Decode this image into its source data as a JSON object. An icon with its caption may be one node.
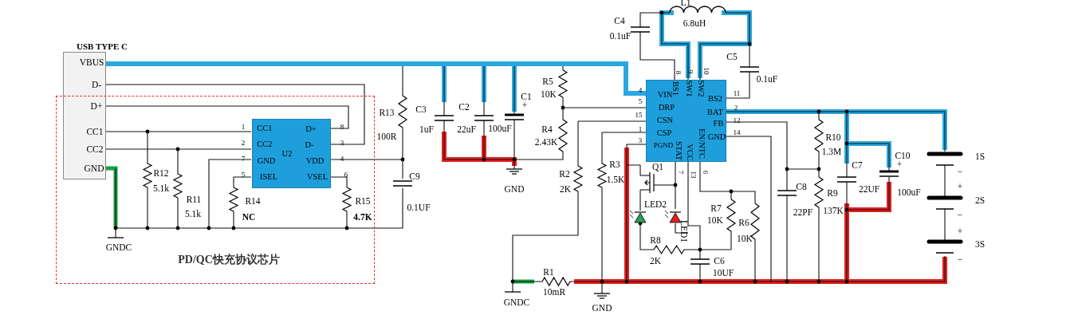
{
  "diagram": {
    "nodes": [
      {
        "text": [
          "USB TYPE C",
          "VBUS",
          "D-",
          "D+",
          "CC1",
          "CC2",
          "GND"
        ]
      },
      {
        "text": [
          "PD/QC快充协议芯片"
        ]
      },
      {
        "text": [
          "CC1",
          "CC2",
          "GND",
          "ISEL",
          "D+",
          "D-",
          "VDD",
          "VSEL",
          "U2"
        ],
        "in": 1,
        "beside": [
          "1",
          "2",
          "7",
          "5",
          "8",
          "3",
          "4",
          "6"
        ]
      },
      {
        "text": [
          "VIN",
          "DRP",
          "CSN",
          "CSP",
          "PGND",
          "BS1",
          "SW1",
          "SW2",
          "BS2",
          "BAT",
          "FB",
          "GND",
          "STAT",
          "VCC",
          "EN/NTC"
        ],
        "beside": [
          "4",
          "5",
          "15",
          "1",
          "3",
          "8",
          "9",
          "10",
          "11",
          "2",
          "12",
          "14",
          "7",
          "13",
          "6"
        ]
      }
    ],
    "edges": [
      {
        "from": 0,
        "to": 2,
        "arrow": "none"
      },
      {
        "from": 0,
        "to": 2,
        "arrow": "none"
      },
      {
        "from": 0,
        "to": 2,
        "arrow": "none"
      },
      {
        "from": 0,
        "to": 2,
        "arrow": "none"
      },
      {
        "from": 0,
        "to": 3,
        "arrow": "none",
        "style": "thick",
        "color": "#29a8e0"
      }
    ],
    "labels": [
      "R12",
      "5.1k",
      "R11",
      "5.1k",
      "R14",
      "NC",
      "R15",
      "4.7K",
      "GNDC",
      "R13",
      "100R",
      "C9",
      "0.1UF",
      "C3",
      "1uF",
      "C2",
      "22uF",
      "C1",
      "+",
      "100uF",
      "GND",
      "R5",
      "10K",
      "R4",
      "2.43K",
      "R2",
      "2K",
      "R3",
      "1.5K",
      "R1",
      "10mR",
      "GNDC",
      "GND",
      "C4",
      "0.1uF",
      "L1",
      "6.8uH",
      "C5",
      "0.1uF",
      "Q1",
      "LED2",
      "LED1",
      "R8",
      "2K",
      "C6",
      "10UF",
      "R7",
      "10K",
      "R6",
      "10K",
      "C8",
      "22PF",
      "R10",
      "1.3M",
      "R9",
      "137K",
      "C7",
      "22UF",
      "C10",
      "+",
      "100uF",
      "1S",
      "−",
      "+",
      "2S",
      "−",
      "+",
      "3S",
      "−"
    ]
  }
}
